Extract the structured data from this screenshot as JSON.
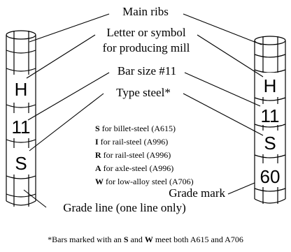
{
  "labels": {
    "main_ribs": "Main ribs",
    "mill_line1": "Letter or symbol",
    "mill_line2": "for producing mill",
    "bar_size": "Bar size #11",
    "type_steel": "Type steel*",
    "grade_mark": "Grade mark",
    "grade_line": "Grade line (one line only)"
  },
  "left_bar": {
    "mill": "H",
    "size": "11",
    "type": "S"
  },
  "right_bar": {
    "mill": "H",
    "size": "11",
    "type": "S",
    "grade": "60"
  },
  "type_list": [
    {
      "code": "S",
      "desc": " for billet-steel (A615)"
    },
    {
      "code": "I",
      "desc": " for rail-steel (A996)"
    },
    {
      "code": "R",
      "desc": " for rail-steel (A996)"
    },
    {
      "code": "A",
      "desc": " for axle-steel (A996)"
    },
    {
      "code": "W",
      "desc": " for low-alloy steel (A706)"
    }
  ],
  "footnote": {
    "prefix": "*Bars marked with an ",
    "s": "S",
    "and": " and ",
    "w": "W",
    "suffix": " meet both A615 and A706"
  }
}
